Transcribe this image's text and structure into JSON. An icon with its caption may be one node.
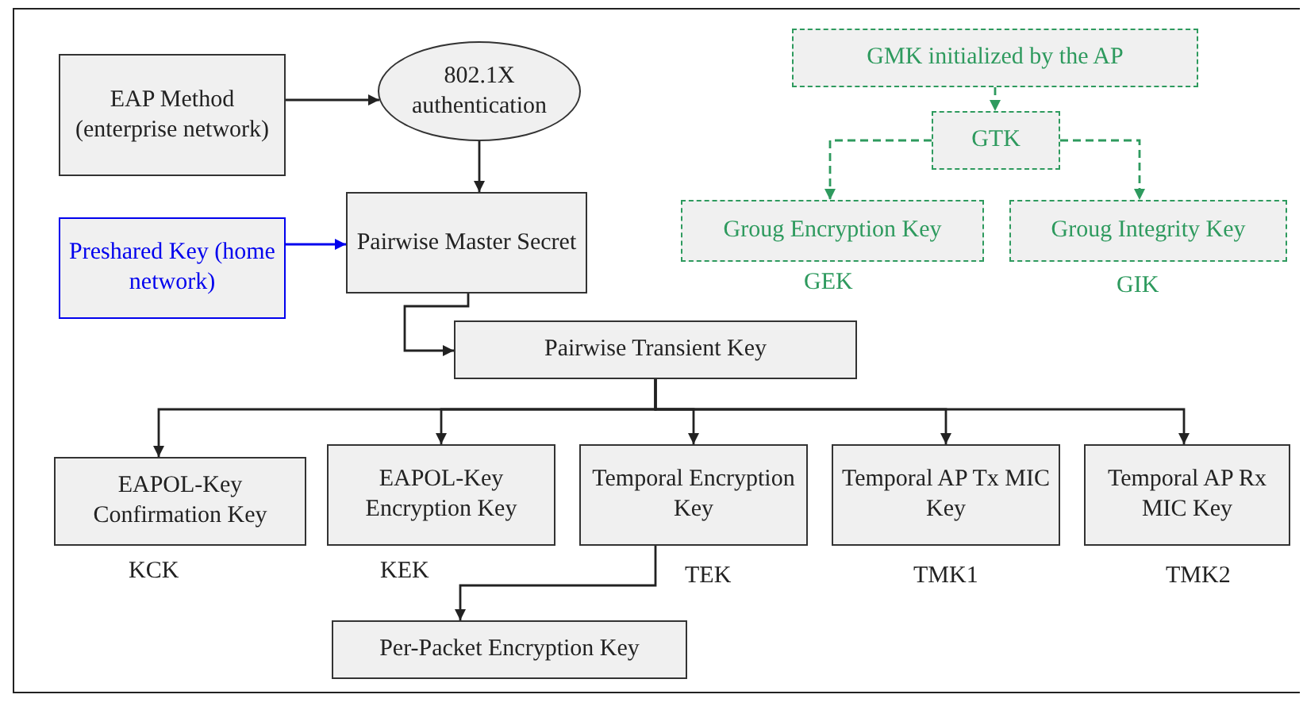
{
  "diagram": {
    "nodes": [
      {
        "text": [
          "EAP Method (enterprise network)"
        ]
      },
      {
        "text": [
          "802.1X authentication"
        ]
      },
      {
        "text": [
          "Preshared Key (home network)"
        ]
      },
      {
        "text": [
          "Pairwise Master Secret"
        ]
      },
      {
        "text": [
          "Pairwise Transient Key"
        ]
      },
      {
        "text": [
          "EAPOL-Key Confirmation Key"
        ],
        "beside": [
          "KCK"
        ]
      },
      {
        "text": [
          "EAPOL-Key Encryption Key"
        ],
        "beside": [
          "KEK"
        ]
      },
      {
        "text": [
          "Temporal Encryption Key"
        ],
        "beside": [
          "TEK"
        ]
      },
      {
        "text": [
          "Temporal AP Tx MIC Key"
        ],
        "beside": [
          "TMK1"
        ]
      },
      {
        "text": [
          "Temporal AP Rx MIC Key"
        ],
        "beside": [
          "TMK2"
        ]
      },
      {
        "text": [
          "Per-Packet Encryption Key"
        ]
      },
      {
        "text": [
          "GMK initialized by the AP"
        ]
      },
      {
        "text": [
          "GTK"
        ]
      },
      {
        "text": [
          "Groug Encryption Key"
        ],
        "beside": [
          "GEK"
        ]
      },
      {
        "text": [
          "Groug Integrity Key"
        ],
        "beside": [
          "GIK"
        ]
      }
    ],
    "edges": [
      {
        "from": 0,
        "to": 1,
        "arrow": "to"
      },
      {
        "from": 1,
        "to": 3,
        "arrow": "to"
      },
      {
        "from": 2,
        "to": 3,
        "arrow": "to",
        "color": "#0000ee"
      },
      {
        "from": 3,
        "to": 4,
        "arrow": "to"
      },
      {
        "from": 4,
        "to": 5,
        "arrow": "to"
      },
      {
        "from": 4,
        "to": 6,
        "arrow": "to"
      },
      {
        "from": 4,
        "to": 7,
        "arrow": "to"
      },
      {
        "from": 4,
        "to": 8,
        "arrow": "to"
      },
      {
        "from": 4,
        "to": 9,
        "arrow": "to"
      },
      {
        "from": 7,
        "to": 10,
        "arrow": "to"
      },
      {
        "from": 11,
        "to": 12,
        "arrow": "to",
        "style": "dashed",
        "color": "#2e9a5e"
      },
      {
        "from": 12,
        "to": 13,
        "arrow": "to",
        "style": "dashed",
        "color": "#2e9a5e"
      },
      {
        "from": 12,
        "to": 14,
        "arrow": "to",
        "style": "dashed",
        "color": "#2e9a5e"
      }
    ]
  }
}
